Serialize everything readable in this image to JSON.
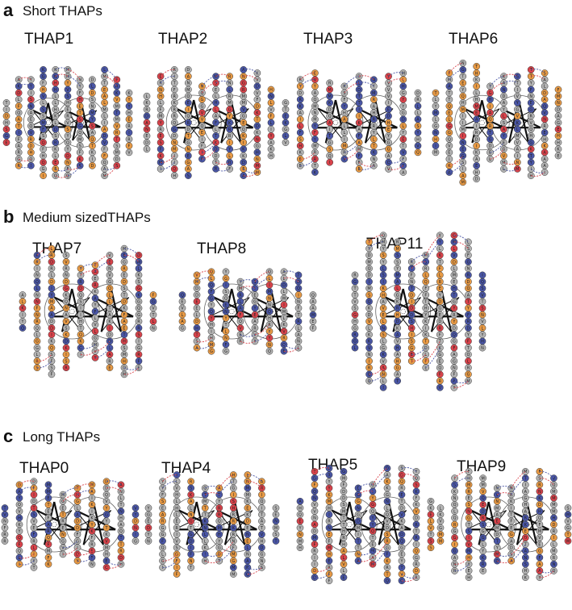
{
  "sections": [
    {
      "id": "a",
      "letter": "a",
      "title": "Short THAPs",
      "panels": [
        {
          "label": "THAP1",
          "cols": [
            7,
            14,
            14,
            17,
            17,
            17,
            14,
            14,
            17,
            14,
            10
          ]
        },
        {
          "label": "THAP2",
          "cols": [
            9,
            15,
            17,
            17,
            12,
            15,
            15,
            17,
            16,
            11
          ]
        },
        {
          "label": "THAP3",
          "cols": [
            7,
            14,
            16,
            13,
            12,
            15,
            14,
            15,
            16,
            10
          ]
        },
        {
          "label": "THAP6",
          "cols": [
            10,
            16,
            19,
            18,
            12,
            15,
            15,
            17,
            16,
            11
          ]
        }
      ]
    },
    {
      "id": "b",
      "letter": "b",
      "title": "Medium sizedTHAPs",
      "panels": [
        {
          "label": "THAP7",
          "cols": [
            6,
            18,
            20,
            18,
            14,
            15,
            18,
            20,
            18,
            6
          ]
        },
        {
          "label": "THAP8",
          "cols": [
            6,
            12,
            13,
            13,
            10,
            10,
            13,
            13,
            12,
            6
          ]
        },
        {
          "label": "THAP11",
          "cols": [
            12,
            22,
            24,
            22,
            16,
            18,
            24,
            24,
            22,
            12
          ]
        }
      ]
    },
    {
      "id": "c",
      "letter": "c",
      "title": "Long THAPs",
      "panels": [
        {
          "label": "THAP0",
          "cols": [
            6,
            13,
            14,
            13,
            10,
            12,
            13,
            14,
            13,
            6
          ]
        },
        {
          "label": "THAP4",
          "cols": [
            6,
            14,
            16,
            14,
            12,
            12,
            16,
            16,
            14,
            6
          ]
        },
        {
          "label": "THAP5",
          "cols": [
            8,
            17,
            18,
            17,
            12,
            13,
            18,
            18,
            17,
            8
          ]
        },
        {
          "label": "THAP9",
          "cols": [
            6,
            15,
            17,
            15,
            12,
            12,
            17,
            17,
            15,
            6
          ]
        }
      ]
    }
  ],
  "residue_colors": {
    "hydrophobic": "#b4b4b4",
    "basic": "#4a56a6",
    "acidic": "#d9434b",
    "polar": "#e89a45"
  },
  "link_colors": {
    "salt_bridge": "#d9434b",
    "other": "#4a56a6"
  },
  "residue_letters": "LEKAIRSQDTVNMGHYF"
}
